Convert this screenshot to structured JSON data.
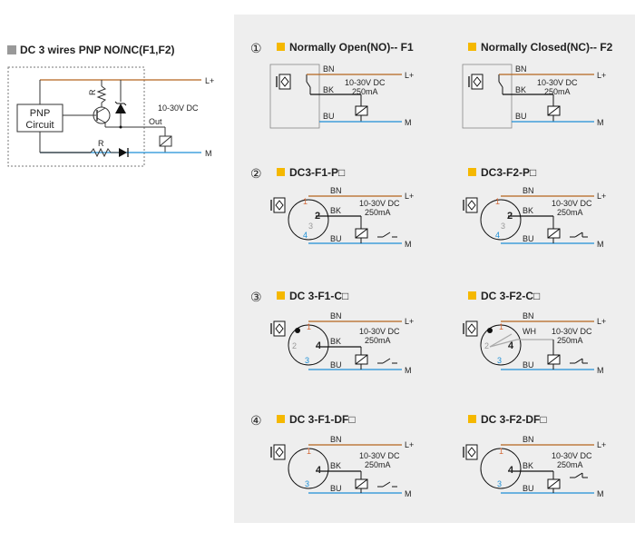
{
  "left": {
    "title": "DC 3 wires PNP NO/NC(F1,F2)",
    "pnp_line1": "PNP",
    "pnp_line2": "Circuit",
    "r_label": "R",
    "r2_label": "R",
    "out_label": "Out",
    "voltage": "10-30V DC",
    "lplus": "L+",
    "m": "M"
  },
  "sections": [
    {
      "num": "①",
      "left": {
        "title": "Normally Open(NO)-- F1"
      },
      "right": {
        "title": "Normally Closed(NC)-- F2"
      }
    },
    {
      "num": "②",
      "left": {
        "title": "DC3-F1-P□"
      },
      "right": {
        "title": "DC3-F2-P□"
      }
    },
    {
      "num": "③",
      "left": {
        "title": "DC 3-F1-C□"
      },
      "right": {
        "title": "DC 3-F2-C□"
      }
    },
    {
      "num": "④",
      "left": {
        "title": "DC 3-F1-DF□"
      },
      "right": {
        "title": "DC 3-F2-DF□"
      }
    }
  ],
  "labels": {
    "bn": "BN",
    "bk": "BK",
    "bu": "BU",
    "wh": "WH",
    "lplus": "L+",
    "m": "M",
    "volt": "10-30V DC",
    "current": "250mA",
    "p1": "1",
    "p2": "2",
    "p3": "3",
    "p4": "4"
  },
  "colors": {
    "brown": "#b5651d",
    "blue": "#1e8fd6",
    "black": "#111111",
    "gray": "#999999",
    "accent": "#f5b800"
  }
}
